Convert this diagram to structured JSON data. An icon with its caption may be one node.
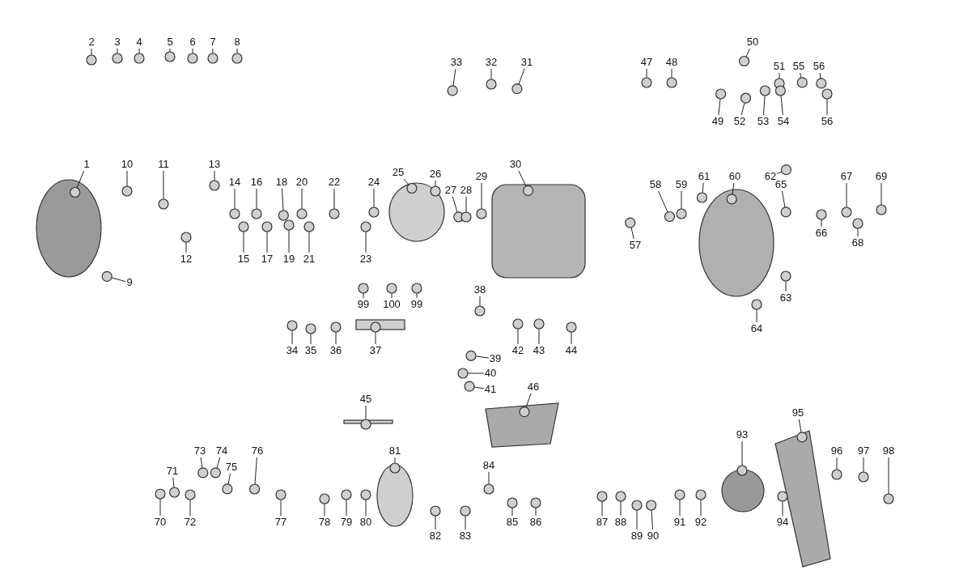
{
  "diagram": {
    "nodes": [
      {
        "text": [
          "2"
        ]
      },
      {
        "text": [
          "3"
        ]
      },
      {
        "text": [
          "4"
        ]
      },
      {
        "text": [
          "5"
        ]
      },
      {
        "text": [
          "6"
        ]
      },
      {
        "text": [
          "7"
        ]
      },
      {
        "text": [
          "8"
        ]
      },
      {
        "text": [
          "33"
        ]
      },
      {
        "text": [
          "32"
        ]
      },
      {
        "text": [
          "31"
        ]
      },
      {
        "text": [
          "50"
        ]
      },
      {
        "text": [
          "47"
        ]
      },
      {
        "text": [
          "48"
        ]
      },
      {
        "text": [
          "51"
        ]
      },
      {
        "text": [
          "55"
        ]
      },
      {
        "text": [
          "56"
        ]
      },
      {
        "text": [
          "49"
        ]
      },
      {
        "text": [
          "52"
        ]
      },
      {
        "text": [
          "53"
        ]
      },
      {
        "text": [
          "54"
        ]
      },
      {
        "text": [
          "56"
        ]
      },
      {
        "text": [
          "1"
        ]
      },
      {
        "text": [
          "10"
        ]
      },
      {
        "text": [
          "11"
        ]
      },
      {
        "text": [
          "13"
        ]
      },
      {
        "text": [
          "30"
        ]
      },
      {
        "text": [
          "61"
        ]
      },
      {
        "text": [
          "60"
        ]
      },
      {
        "text": [
          "62"
        ]
      },
      {
        "text": [
          "69"
        ]
      },
      {
        "text": [
          "14"
        ]
      },
      {
        "text": [
          "16"
        ]
      },
      {
        "text": [
          "18"
        ]
      },
      {
        "text": [
          "20"
        ]
      },
      {
        "text": [
          "22"
        ]
      },
      {
        "text": [
          "24"
        ]
      },
      {
        "text": [
          "25"
        ]
      },
      {
        "text": [
          "26"
        ]
      },
      {
        "text": [
          "29"
        ]
      },
      {
        "text": [
          "58"
        ]
      },
      {
        "text": [
          "59"
        ]
      },
      {
        "text": [
          "65"
        ]
      },
      {
        "text": [
          "67"
        ]
      },
      {
        "text": [
          "27"
        ]
      },
      {
        "text": [
          "28"
        ]
      },
      {
        "text": [
          "12"
        ]
      },
      {
        "text": [
          "15"
        ]
      },
      {
        "text": [
          "17"
        ]
      },
      {
        "text": [
          "19"
        ]
      },
      {
        "text": [
          "21"
        ]
      },
      {
        "text": [
          "23"
        ]
      },
      {
        "text": [
          "57"
        ]
      },
      {
        "text": [
          "66"
        ]
      },
      {
        "text": [
          "68"
        ]
      },
      {
        "text": [
          "9"
        ]
      },
      {
        "text": [
          "63"
        ]
      },
      {
        "text": [
          "38"
        ]
      },
      {
        "text": [
          "99"
        ]
      },
      {
        "text": [
          "100"
        ]
      },
      {
        "text": [
          "99"
        ]
      },
      {
        "text": [
          "64"
        ]
      },
      {
        "text": [
          "34"
        ]
      },
      {
        "text": [
          "35"
        ]
      },
      {
        "text": [
          "36"
        ]
      },
      {
        "text": [
          "37"
        ]
      },
      {
        "text": [
          "42"
        ]
      },
      {
        "text": [
          "43"
        ]
      },
      {
        "text": [
          "44"
        ]
      },
      {
        "text": [
          "39"
        ]
      },
      {
        "text": [
          "40"
        ]
      },
      {
        "text": [
          "41"
        ]
      },
      {
        "text": [
          "45"
        ]
      },
      {
        "text": [
          "46"
        ]
      },
      {
        "text": [
          "95"
        ]
      },
      {
        "text": [
          "93"
        ]
      },
      {
        "text": [
          "73"
        ]
      },
      {
        "text": [
          "74"
        ]
      },
      {
        "text": [
          "76"
        ]
      },
      {
        "text": [
          "81"
        ]
      },
      {
        "text": [
          "96"
        ]
      },
      {
        "text": [
          "97"
        ]
      },
      {
        "text": [
          "98"
        ]
      },
      {
        "text": [
          "75"
        ]
      },
      {
        "text": [
          "84"
        ]
      },
      {
        "text": [
          "71"
        ]
      },
      {
        "text": [
          "70"
        ]
      },
      {
        "text": [
          "72"
        ]
      },
      {
        "text": [
          "77"
        ]
      },
      {
        "text": [
          "78"
        ]
      },
      {
        "text": [
          "79"
        ]
      },
      {
        "text": [
          "80"
        ]
      },
      {
        "text": [
          "85"
        ]
      },
      {
        "text": [
          "86"
        ]
      },
      {
        "text": [
          "87"
        ]
      },
      {
        "text": [
          "88"
        ]
      },
      {
        "text": [
          "91"
        ]
      },
      {
        "text": [
          "92"
        ]
      },
      {
        "text": [
          "94"
        ]
      },
      {
        "text": [
          "82"
        ]
      },
      {
        "text": [
          "83"
        ]
      },
      {
        "text": [
          "89"
        ]
      },
      {
        "text": [
          "90"
        ]
      },
      {
        "text": [],
        "shape": "circle"
      },
      {
        "text": [],
        "shape": "circle"
      },
      {
        "text": [],
        "shape": "circle"
      },
      {
        "text": [],
        "shape": "circle"
      },
      {
        "text": [],
        "shape": "circle"
      },
      {
        "text": [],
        "shape": "circle"
      },
      {
        "text": [],
        "shape": "circle"
      },
      {
        "text": [],
        "shape": "circle"
      },
      {
        "text": [],
        "shape": "circle"
      },
      {
        "text": [],
        "shape": "circle"
      },
      {
        "text": [],
        "shape": "circle"
      },
      {
        "text": [],
        "shape": "circle"
      },
      {
        "text": [],
        "shape": "circle"
      },
      {
        "text": [],
        "shape": "circle"
      },
      {
        "text": [],
        "shape": "circle"
      },
      {
        "text": [],
        "shape": "circle"
      },
      {
        "text": [],
        "shape": "circle"
      },
      {
        "text": [],
        "shape": "circle"
      },
      {
        "text": [],
        "shape": "circle"
      },
      {
        "text": [],
        "shape": "circle"
      },
      {
        "text": [],
        "shape": "circle"
      },
      {
        "text": [],
        "shape": "circle"
      },
      {
        "text": [],
        "shape": "circle"
      },
      {
        "text": [],
        "shape": "circle"
      },
      {
        "text": [],
        "shape": "circle"
      },
      {
        "text": [],
        "shape": "circle"
      },
      {
        "text": [],
        "shape": "circle"
      },
      {
        "text": [],
        "shape": "circle"
      },
      {
        "text": [],
        "shape": "circle"
      },
      {
        "text": [],
        "shape": "circle"
      },
      {
        "text": [],
        "shape": "circle"
      },
      {
        "text": [],
        "shape": "circle"
      },
      {
        "text": [],
        "shape": "circle"
      },
      {
        "text": [],
        "shape": "circle"
      },
      {
        "text": [],
        "shape": "circle"
      },
      {
        "text": [],
        "shape": "circle"
      },
      {
        "text": [],
        "shape": "circle"
      },
      {
        "text": [],
        "shape": "circle"
      },
      {
        "text": [],
        "shape": "circle"
      },
      {
        "text": [],
        "shape": "circle"
      },
      {
        "text": [],
        "shape": "circle"
      },
      {
        "text": [],
        "shape": "circle"
      },
      {
        "text": [],
        "shape": "circle"
      },
      {
        "text": [],
        "shape": "circle"
      },
      {
        "text": [],
        "shape": "circle"
      },
      {
        "text": [],
        "shape": "circle"
      },
      {
        "text": [],
        "shape": "circle"
      },
      {
        "text": [],
        "shape": "circle"
      },
      {
        "text": [],
        "shape": "circle"
      },
      {
        "text": [],
        "shape": "circle"
      },
      {
        "text": [],
        "shape": "circle"
      },
      {
        "text": [],
        "shape": "circle"
      },
      {
        "text": [],
        "shape": "circle"
      },
      {
        "text": [],
        "shape": "circle"
      },
      {
        "text": [],
        "shape": "circle"
      },
      {
        "text": [],
        "shape": "circle"
      },
      {
        "text": [],
        "shape": "circle"
      },
      {
        "text": [],
        "shape": "circle"
      },
      {
        "text": [],
        "shape": "circle"
      },
      {
        "text": [],
        "shape": "circle"
      },
      {
        "text": [],
        "shape": "circle"
      },
      {
        "text": [],
        "shape": "circle"
      },
      {
        "text": [],
        "shape": "circle"
      },
      {
        "text": [],
        "shape": "circle"
      },
      {
        "text": [],
        "shape": "circle"
      },
      {
        "text": [],
        "shape": "circle"
      },
      {
        "text": [],
        "shape": "circle"
      },
      {
        "text": [],
        "shape": "circle"
      },
      {
        "text": [],
        "shape": "circle"
      },
      {
        "text": [],
        "shape": "circle"
      },
      {
        "text": [],
        "shape": "circle"
      },
      {
        "text": [],
        "shape": "circle"
      },
      {
        "text": [],
        "shape": "circle"
      },
      {
        "text": [],
        "shape": "circle"
      },
      {
        "text": [],
        "shape": "circle"
      },
      {
        "text": [],
        "shape": "circle"
      },
      {
        "text": [],
        "shape": "circle"
      },
      {
        "text": [],
        "shape": "circle"
      },
      {
        "text": [],
        "shape": "circle"
      },
      {
        "text": [],
        "shape": "circle"
      },
      {
        "text": [],
        "shape": "circle"
      },
      {
        "text": [],
        "shape": "circle"
      },
      {
        "text": [],
        "shape": "circle"
      },
      {
        "text": [],
        "shape": "circle"
      },
      {
        "text": [],
        "shape": "circle"
      },
      {
        "text": [],
        "shape": "circle"
      },
      {
        "text": [],
        "shape": "circle"
      },
      {
        "text": [],
        "shape": "circle"
      },
      {
        "text": [],
        "shape": "circle"
      },
      {
        "text": [],
        "shape": "circle"
      },
      {
        "text": [],
        "shape": "circle"
      },
      {
        "text": [],
        "shape": "circle"
      },
      {
        "text": [],
        "shape": "circle"
      },
      {
        "text": [],
        "shape": "circle"
      },
      {
        "text": [],
        "shape": "circle"
      },
      {
        "text": [],
        "shape": "circle"
      },
      {
        "text": [],
        "shape": "circle"
      },
      {
        "text": [],
        "shape": "circle"
      },
      {
        "text": [],
        "shape": "circle"
      },
      {
        "text": [],
        "shape": "circle"
      },
      {
        "text": [],
        "shape": "circle"
      },
      {
        "text": [],
        "shape": "circle"
      }
    ],
    "edges": [
      {
        "from": 0,
        "to": 102,
        "arrow": "none"
      },
      {
        "from": 1,
        "to": 103,
        "arrow": "none"
      },
      {
        "from": 2,
        "to": 104,
        "arrow": "none"
      },
      {
        "from": 3,
        "to": 105,
        "arrow": "none"
      },
      {
        "from": 4,
        "to": 106,
        "arrow": "none"
      },
      {
        "from": 5,
        "to": 107,
        "arrow": "none"
      },
      {
        "from": 6,
        "to": 108,
        "arrow": "none"
      },
      {
        "from": 7,
        "to": 109,
        "arrow": "none"
      },
      {
        "from": 8,
        "to": 110,
        "arrow": "none"
      },
      {
        "from": 9,
        "to": 111,
        "arrow": "none"
      },
      {
        "from": 10,
        "to": 112,
        "arrow": "none"
      },
      {
        "from": 11,
        "to": 113,
        "arrow": "none"
      },
      {
        "from": 12,
        "to": 114,
        "arrow": "none"
      },
      {
        "from": 13,
        "to": 115,
        "arrow": "none"
      },
      {
        "from": 14,
        "to": 116,
        "arrow": "none"
      },
      {
        "from": 15,
        "to": 117,
        "arrow": "none"
      },
      {
        "from": 16,
        "to": 118,
        "arrow": "none"
      },
      {
        "from": 17,
        "to": 119,
        "arrow": "none"
      },
      {
        "from": 18,
        "to": 120,
        "arrow": "none"
      },
      {
        "from": 19,
        "to": 121,
        "arrow": "none"
      },
      {
        "from": 20,
        "to": 122,
        "arrow": "none"
      },
      {
        "from": 21,
        "to": 123,
        "arrow": "none"
      },
      {
        "from": 22,
        "to": 124,
        "arrow": "none"
      },
      {
        "from": 23,
        "to": 125,
        "arrow": "none"
      },
      {
        "from": 24,
        "to": 126,
        "arrow": "none"
      },
      {
        "from": 25,
        "to": 127,
        "arrow": "none"
      },
      {
        "from": 26,
        "to": 128,
        "arrow": "none"
      },
      {
        "from": 27,
        "to": 129,
        "arrow": "none"
      },
      {
        "from": 28,
        "to": 130,
        "arrow": "none"
      },
      {
        "from": 29,
        "to": 131,
        "arrow": "none"
      },
      {
        "from": 30,
        "to": 132,
        "arrow": "none"
      },
      {
        "from": 31,
        "to": 133,
        "arrow": "none"
      },
      {
        "from": 32,
        "to": 134,
        "arrow": "none"
      },
      {
        "from": 33,
        "to": 135,
        "arrow": "none"
      },
      {
        "from": 34,
        "to": 136,
        "arrow": "none"
      },
      {
        "from": 35,
        "to": 137,
        "arrow": "none"
      },
      {
        "from": 36,
        "to": 138,
        "arrow": "none"
      },
      {
        "from": 37,
        "to": 139,
        "arrow": "none"
      },
      {
        "from": 38,
        "to": 140,
        "arrow": "none"
      },
      {
        "from": 39,
        "to": 141,
        "arrow": "none"
      },
      {
        "from": 40,
        "to": 142,
        "arrow": "none"
      },
      {
        "from": 41,
        "to": 143,
        "arrow": "none"
      },
      {
        "from": 42,
        "to": 144,
        "arrow": "none"
      },
      {
        "from": 43,
        "to": 145,
        "arrow": "none"
      },
      {
        "from": 44,
        "to": 146,
        "arrow": "none"
      },
      {
        "from": 45,
        "to": 147,
        "arrow": "none"
      },
      {
        "from": 46,
        "to": 148,
        "arrow": "none"
      },
      {
        "from": 47,
        "to": 149,
        "arrow": "none"
      },
      {
        "from": 48,
        "to": 150,
        "arrow": "none"
      },
      {
        "from": 49,
        "to": 151,
        "arrow": "none"
      },
      {
        "from": 50,
        "to": 152,
        "arrow": "none"
      },
      {
        "from": 51,
        "to": 153,
        "arrow": "none"
      },
      {
        "from": 52,
        "to": 154,
        "arrow": "none"
      },
      {
        "from": 53,
        "to": 155,
        "arrow": "none"
      },
      {
        "from": 54,
        "to": 156,
        "arrow": "none"
      },
      {
        "from": 55,
        "to": 157,
        "arrow": "none"
      },
      {
        "from": 56,
        "to": 158,
        "arrow": "none"
      },
      {
        "from": 57,
        "to": 159,
        "arrow": "none"
      },
      {
        "from": 58,
        "to": 160,
        "arrow": "none"
      },
      {
        "from": 59,
        "to": 161,
        "arrow": "none"
      },
      {
        "from": 60,
        "to": 162,
        "arrow": "none"
      },
      {
        "from": 61,
        "to": 163,
        "arrow": "none"
      },
      {
        "from": 62,
        "to": 164,
        "arrow": "none"
      },
      {
        "from": 63,
        "to": 165,
        "arrow": "none"
      },
      {
        "from": 64,
        "to": 166,
        "arrow": "none"
      },
      {
        "from": 65,
        "to": 167,
        "arrow": "none"
      },
      {
        "from": 66,
        "to": 168,
        "arrow": "none"
      },
      {
        "from": 67,
        "to": 169,
        "arrow": "none"
      },
      {
        "from": 68,
        "to": 170,
        "arrow": "none"
      },
      {
        "from": 69,
        "to": 171,
        "arrow": "none"
      },
      {
        "from": 70,
        "to": 172,
        "arrow": "none"
      },
      {
        "from": 71,
        "to": 173,
        "arrow": "none"
      },
      {
        "from": 72,
        "to": 174,
        "arrow": "none"
      },
      {
        "from": 73,
        "to": 175,
        "arrow": "none"
      },
      {
        "from": 74,
        "to": 176,
        "arrow": "none"
      },
      {
        "from": 75,
        "to": 177,
        "arrow": "none"
      },
      {
        "from": 76,
        "to": 178,
        "arrow": "none"
      },
      {
        "from": 77,
        "to": 179,
        "arrow": "none"
      },
      {
        "from": 78,
        "to": 180,
        "arrow": "none"
      },
      {
        "from": 79,
        "to": 181,
        "arrow": "none"
      },
      {
        "from": 80,
        "to": 182,
        "arrow": "none"
      },
      {
        "from": 81,
        "to": 183,
        "arrow": "none"
      },
      {
        "from": 82,
        "to": 184,
        "arrow": "none"
      },
      {
        "from": 83,
        "to": 185,
        "arrow": "none"
      },
      {
        "from": 84,
        "to": 186,
        "arrow": "none"
      },
      {
        "from": 85,
        "to": 187,
        "arrow": "none"
      },
      {
        "from": 86,
        "to": 188,
        "arrow": "none"
      },
      {
        "from": 87,
        "to": 189,
        "arrow": "none"
      },
      {
        "from": 88,
        "to": 190,
        "arrow": "none"
      },
      {
        "from": 89,
        "to": 191,
        "arrow": "none"
      },
      {
        "from": 90,
        "to": 192,
        "arrow": "none"
      },
      {
        "from": 91,
        "to": 193,
        "arrow": "none"
      },
      {
        "from": 92,
        "to": 194,
        "arrow": "none"
      },
      {
        "from": 93,
        "to": 195,
        "arrow": "none"
      },
      {
        "from": 94,
        "to": 196,
        "arrow": "none"
      },
      {
        "from": 95,
        "to": 197,
        "arrow": "none"
      },
      {
        "from": 96,
        "to": 198,
        "arrow": "none"
      },
      {
        "from": 97,
        "to": 199,
        "arrow": "none"
      },
      {
        "from": 98,
        "to": 200,
        "arrow": "none"
      },
      {
        "from": 99,
        "to": 201,
        "arrow": "none"
      },
      {
        "from": 100,
        "to": 202,
        "arrow": "none"
      },
      {
        "from": 101,
        "to": 203,
        "arrow": "none"
      }
    ]
  }
}
